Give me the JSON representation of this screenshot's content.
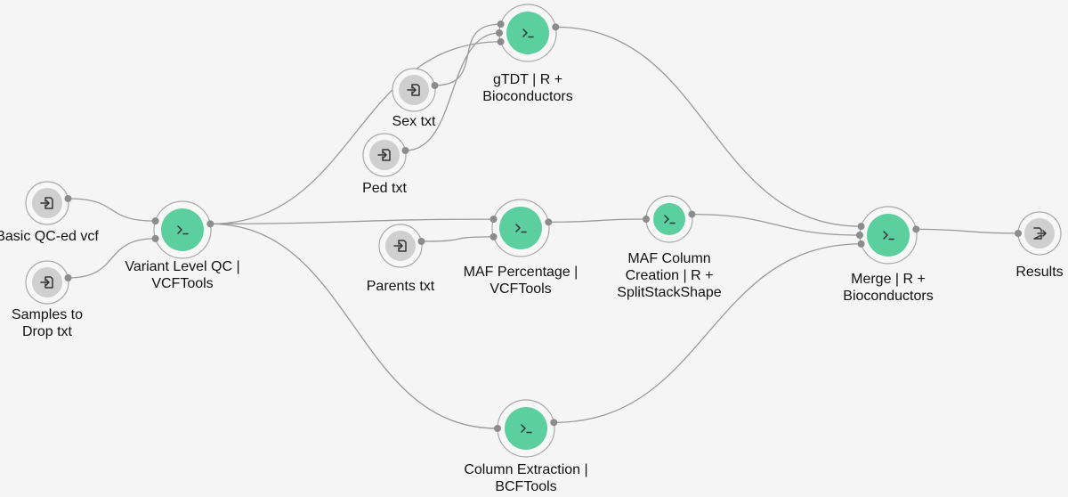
{
  "workflow": {
    "nodes": [
      {
        "id": "basic_qc_vcf",
        "kind": "input",
        "icon": "file-import-icon",
        "label": [
          "Basic QC-ed vcf"
        ]
      },
      {
        "id": "samples_to_drop",
        "kind": "input",
        "icon": "file-import-icon",
        "label": [
          "Samples to",
          "Drop txt"
        ]
      },
      {
        "id": "variant_level_qc",
        "kind": "tool",
        "icon": "terminal-prompt-icon",
        "label": [
          "Variant Level QC |",
          "VCFTools"
        ]
      },
      {
        "id": "sex_txt",
        "kind": "input",
        "icon": "file-import-icon",
        "label": [
          "Sex txt"
        ]
      },
      {
        "id": "ped_txt",
        "kind": "input",
        "icon": "file-import-icon",
        "label": [
          "Ped txt"
        ]
      },
      {
        "id": "gtdt",
        "kind": "tool",
        "icon": "terminal-prompt-icon",
        "label": [
          "gTDT | R +",
          "Bioconductors"
        ]
      },
      {
        "id": "parents_txt",
        "kind": "input",
        "icon": "file-import-icon",
        "label": [
          "Parents txt"
        ]
      },
      {
        "id": "maf_percentage",
        "kind": "tool",
        "icon": "terminal-prompt-icon",
        "label": [
          "MAF Percentage |",
          "VCFTools"
        ]
      },
      {
        "id": "maf_column_creation",
        "kind": "tool",
        "icon": "terminal-prompt-icon",
        "label": [
          "MAF Column",
          "Creation | R +",
          "SplitStackShape"
        ]
      },
      {
        "id": "column_extraction",
        "kind": "tool",
        "icon": "terminal-prompt-icon",
        "label": [
          "Column Extraction |",
          "BCFTools"
        ]
      },
      {
        "id": "merge",
        "kind": "tool",
        "icon": "terminal-prompt-icon",
        "label": [
          "Merge | R +",
          "Bioconductors"
        ]
      },
      {
        "id": "results",
        "kind": "output",
        "icon": "file-export-icon",
        "label": [
          "Results"
        ]
      }
    ],
    "edges": [
      {
        "from": "basic_qc_vcf",
        "to": "variant_level_qc"
      },
      {
        "from": "samples_to_drop",
        "to": "variant_level_qc"
      },
      {
        "from": "variant_level_qc",
        "to": "gtdt"
      },
      {
        "from": "sex_txt",
        "to": "gtdt"
      },
      {
        "from": "ped_txt",
        "to": "gtdt"
      },
      {
        "from": "variant_level_qc",
        "to": "maf_percentage"
      },
      {
        "from": "parents_txt",
        "to": "maf_percentage"
      },
      {
        "from": "maf_percentage",
        "to": "maf_column_creation"
      },
      {
        "from": "variant_level_qc",
        "to": "column_extraction"
      },
      {
        "from": "gtdt",
        "to": "merge"
      },
      {
        "from": "maf_column_creation",
        "to": "merge"
      },
      {
        "from": "column_extraction",
        "to": "merge"
      },
      {
        "from": "merge",
        "to": "results"
      }
    ],
    "colors": {
      "tool": "#5ccf9f",
      "io": "#cfcfcf",
      "edge": "#9a9a9a",
      "background": "#f5f5f5"
    }
  }
}
